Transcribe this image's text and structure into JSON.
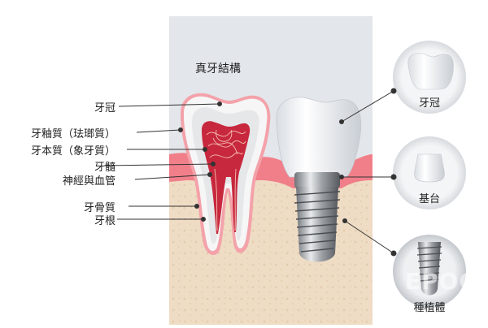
{
  "title": "真牙結構",
  "left_labels": [
    {
      "key": "crown",
      "text": "牙冠"
    },
    {
      "key": "enamel",
      "text": "牙釉質（珐瑯質）"
    },
    {
      "key": "dentin",
      "text": "牙本質（象牙質）"
    },
    {
      "key": "pulp",
      "text": "牙髓"
    },
    {
      "key": "nerves_vessels",
      "text": "神經與血管"
    },
    {
      "key": "cementum",
      "text": "牙骨質"
    },
    {
      "key": "root",
      "text": "牙根"
    }
  ],
  "implant_parts": [
    {
      "key": "crown",
      "text": "牙冠"
    },
    {
      "key": "abutment",
      "text": "基台"
    },
    {
      "key": "fixture",
      "text": "種植體"
    }
  ],
  "watermark": "EPOCH",
  "colors": {
    "panel": "#e3e6ea",
    "bone": "#efdcc4",
    "gum": "#f07f8a",
    "gum_light": "#f7b6bb",
    "enamel": "#fbfbfb",
    "pulp": "#c7283d",
    "leader": "#333333"
  }
}
